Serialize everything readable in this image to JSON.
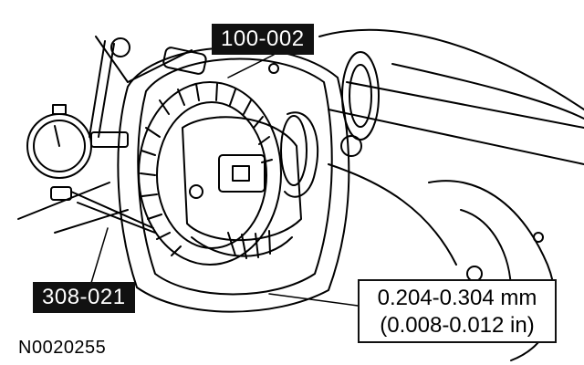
{
  "callouts": {
    "tool_top": "100-002",
    "tool_bottom": "308-021"
  },
  "specification": {
    "line1": "0.204-0.304 mm",
    "line2": "(0.008-0.012 in)"
  },
  "figure_id": "N0020255",
  "colors": {
    "line": "#000000",
    "label_bg": "#111111",
    "label_text": "#ffffff",
    "background": "#ffffff"
  }
}
